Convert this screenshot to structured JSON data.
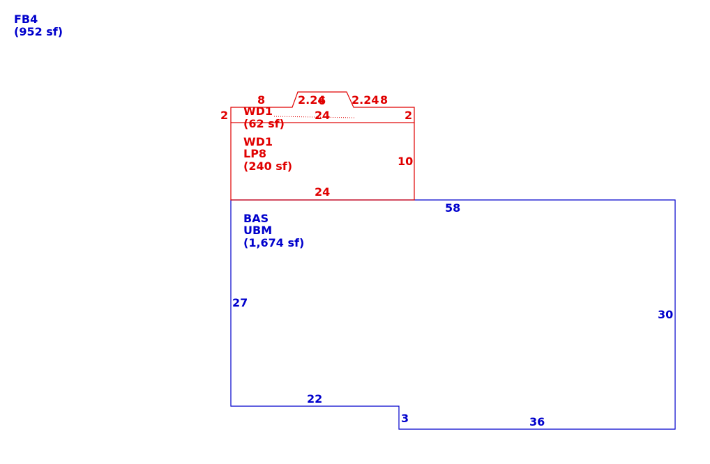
{
  "colors": {
    "main": "#0000cc",
    "deck": "#e00000"
  },
  "corner_label": {
    "code": "FB4",
    "area": "(952 sf)"
  },
  "main_area": {
    "code": "BAS",
    "sub_code": "UBM",
    "area": "(1,674 sf)",
    "dims": {
      "top": "58",
      "left": "27",
      "right": "30",
      "bottom_left": "22",
      "step": "3",
      "bottom_right": "36"
    }
  },
  "deck_large": {
    "code": "WD1",
    "sub_code": "LP8",
    "area": "(240 sf)",
    "dims": {
      "right": "10",
      "bottom": "24"
    }
  },
  "deck_small": {
    "code": "WD1",
    "area": "(62 sf)",
    "dims": {
      "left": "2",
      "right": "2",
      "inner": "24",
      "top_left": "8",
      "chamfer_left": "2.24",
      "top_mid": "6",
      "chamfer_right": "2.24",
      "top_right": "8"
    }
  }
}
